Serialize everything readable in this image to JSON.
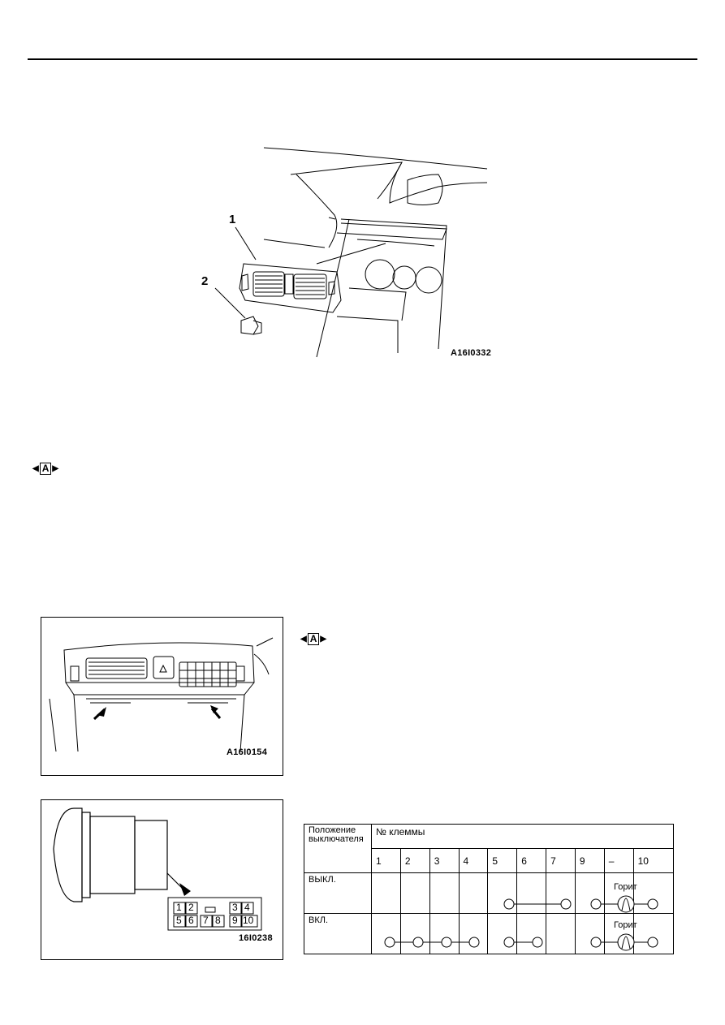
{
  "figures": {
    "top": {
      "code": "A16I0332",
      "callouts": [
        "1",
        "2"
      ]
    },
    "middle": {
      "code": "A16I0154"
    },
    "bottom": {
      "code": "16I0238",
      "connector_pins": [
        "1",
        "2",
        "3",
        "4",
        "5",
        "6",
        "7",
        "8",
        "9",
        "10"
      ]
    }
  },
  "markers": {
    "left": "A",
    "right": "A"
  },
  "table": {
    "header_col1": "Положение выключателя",
    "header_terminals": "№ клеммы",
    "terminals": [
      "1",
      "2",
      "3",
      "4",
      "5",
      "6",
      "7",
      "9",
      "–",
      "10"
    ],
    "rows": [
      {
        "label": "ВЫКЛ.",
        "lamp_label": "Горит"
      },
      {
        "label": "ВКЛ.",
        "lamp_label": "Горит"
      }
    ]
  }
}
